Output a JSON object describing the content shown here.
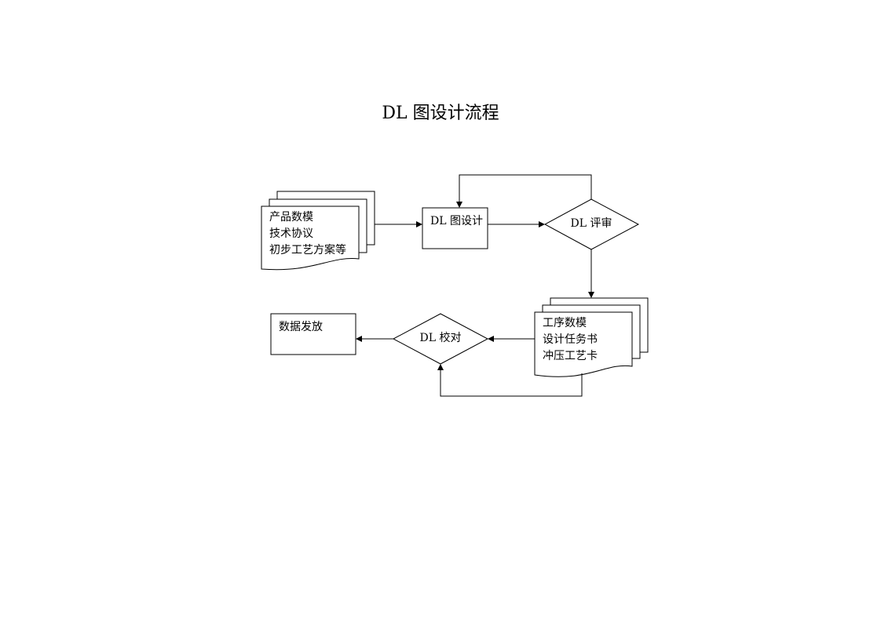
{
  "title": "DL 图设计流程",
  "nodes": {
    "inputs_doc": {
      "lines": [
        "产品数模",
        "技术协议",
        "初步工艺方案等"
      ]
    },
    "dl_design": {
      "label": "DL 图设计"
    },
    "dl_review": {
      "label": "DL 评审"
    },
    "outputs_doc": {
      "lines": [
        "工序数模",
        "设计任务书",
        "冲压工艺卡"
      ]
    },
    "dl_check": {
      "label": "DL 校对"
    },
    "data_release": {
      "label": "数据发放"
    }
  }
}
